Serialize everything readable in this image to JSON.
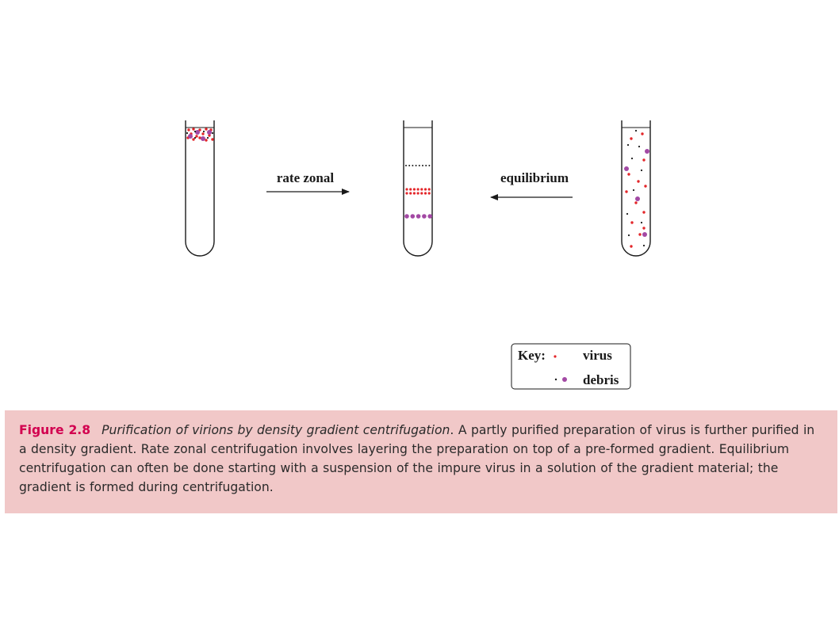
{
  "arrows": {
    "rate_zonal": "rate zonal",
    "equilibrium": "equilibrium"
  },
  "key": {
    "title": "Key:",
    "virus": "virus",
    "debris": "debris"
  },
  "colors": {
    "virus": "#e3262a",
    "debris_large": "#a349a4",
    "debris_small": "#1a1a1a",
    "caption_bg": "#f1c8c8",
    "figure_label": "#d2004f"
  },
  "caption": {
    "figure_label": "Figure 2.8",
    "title": "Purification of virions by density gradient centrifugation",
    "body": ". A partly purified preparation of virus is further purified in a density gradient. Rate zonal centrifugation involves layering the preparation on top of a pre-formed gradient. Equilibrium centrifugation can often be done starting with a suspension of the impure virus in a solution of the gradient material; the gradient is formed during centrifugation."
  }
}
